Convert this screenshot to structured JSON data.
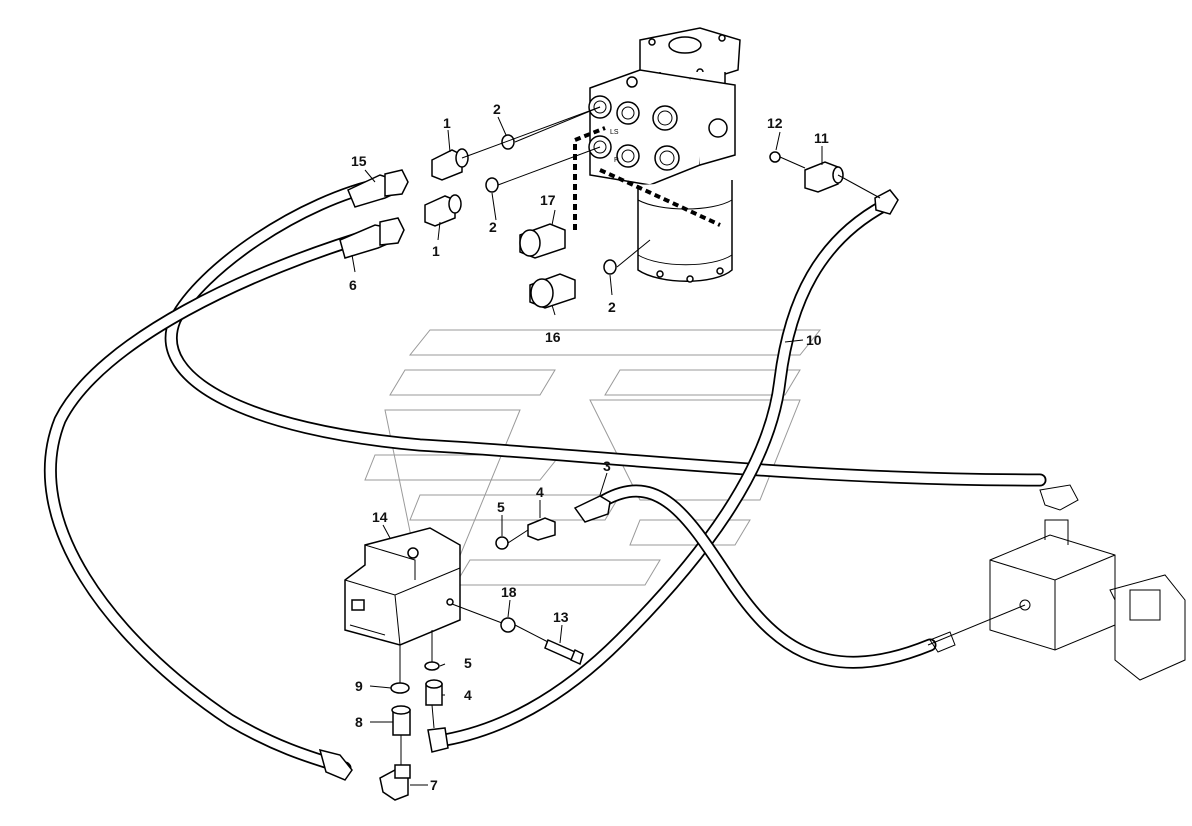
{
  "diagram": {
    "callouts": [
      {
        "id": "c1a",
        "text": "1"
      },
      {
        "id": "c1b",
        "text": "1"
      },
      {
        "id": "c2a",
        "text": "2"
      },
      {
        "id": "c2b",
        "text": "2"
      },
      {
        "id": "c2c",
        "text": "2"
      },
      {
        "id": "c3",
        "text": "3"
      },
      {
        "id": "c4a",
        "text": "4"
      },
      {
        "id": "c4b",
        "text": "4"
      },
      {
        "id": "c5a",
        "text": "5"
      },
      {
        "id": "c5b",
        "text": "5"
      },
      {
        "id": "c6",
        "text": "6"
      },
      {
        "id": "c7",
        "text": "7"
      },
      {
        "id": "c8",
        "text": "8"
      },
      {
        "id": "c9",
        "text": "9"
      },
      {
        "id": "c10",
        "text": "10"
      },
      {
        "id": "c11",
        "text": "11"
      },
      {
        "id": "c12",
        "text": "12"
      },
      {
        "id": "c13",
        "text": "13"
      },
      {
        "id": "c14",
        "text": "14"
      },
      {
        "id": "c15",
        "text": "15"
      },
      {
        "id": "c16",
        "text": "16"
      },
      {
        "id": "c17",
        "text": "17"
      },
      {
        "id": "c18",
        "text": "18"
      }
    ],
    "unit_port_labels": [
      "LS",
      "P"
    ]
  }
}
